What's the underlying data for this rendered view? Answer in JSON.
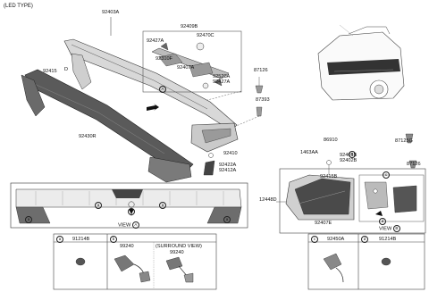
{
  "header": {
    "type_label": "(LED TYPE)"
  },
  "parts": {
    "p92403A": "92403A",
    "p92409B": "92409B",
    "p92470C": "92470C",
    "p92427A_1": "92427A",
    "p92310F": "92310F",
    "p92407A": "92407A",
    "p92520A": "92520A",
    "p92427A_2": "92427A",
    "p92415": "92415",
    "p92430R": "92430R",
    "p87126_top": "87126",
    "p87393": "87393",
    "p92410": "92410",
    "p92422A": "92422A",
    "p92412A": "92412A",
    "p1463AA": "1463AA",
    "p86910": "86910",
    "p92401B": "92401B",
    "p92402B": "92402B",
    "p87125G": "87125G",
    "p87126_right": "87126",
    "p92415B": "92415B",
    "p12448D": "12448D",
    "p92407E": "92407E"
  },
  "markers": {
    "a": "a",
    "b": "b",
    "c": "c",
    "d": "d",
    "A": "A",
    "B": "B",
    "D": "D"
  },
  "views": {
    "view_a_label": "VIEW",
    "view_a_marker": "A",
    "view_b_label": "VIEW",
    "view_b_marker": "B"
  },
  "legend_boxes": {
    "box_a": {
      "marker": "a",
      "part": "91214B"
    },
    "box_b": {
      "marker": "b",
      "part": "99240",
      "sub_title": "(SURROUND VIEW)",
      "sub_part": "99240"
    },
    "box_c": {
      "marker": "c",
      "part": "92450A"
    },
    "box_d": {
      "marker": "d",
      "part": "91214B"
    }
  }
}
